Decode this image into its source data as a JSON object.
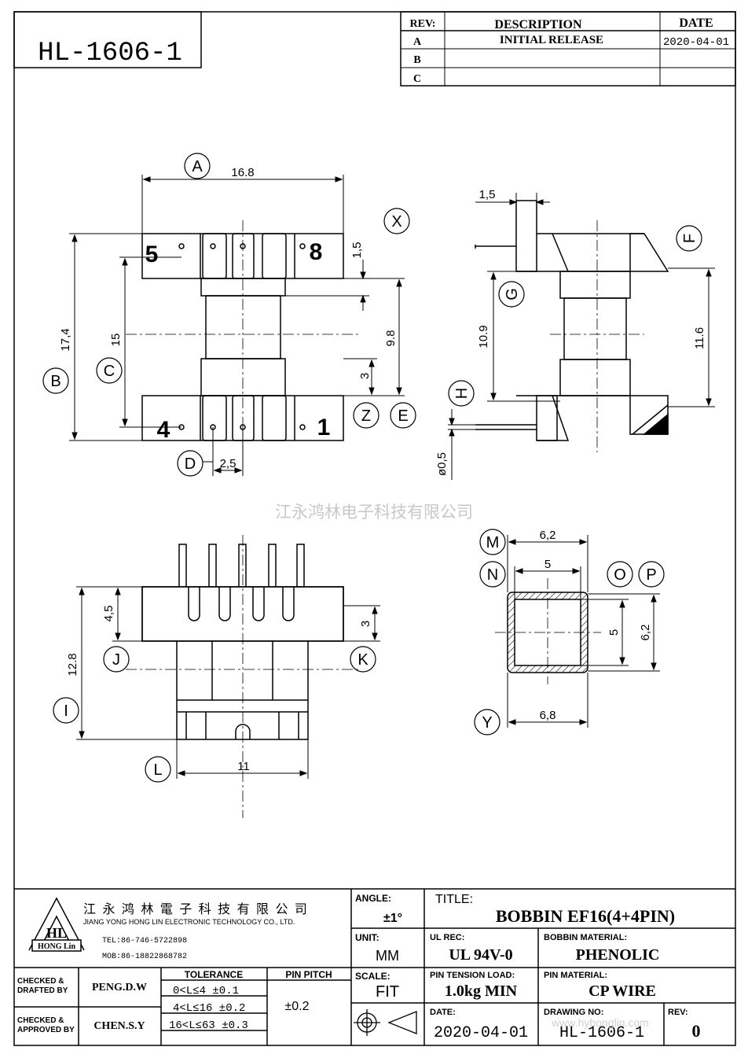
{
  "part_number": "HL-1606-1",
  "revision_table": {
    "headers": {
      "rev": "REV:",
      "description": "DESCRIPTION",
      "date": "DATE"
    },
    "rows": [
      {
        "rev": "A",
        "description": "INITIAL  RELEASE",
        "date": "2020-04-01"
      },
      {
        "rev": "B",
        "description": "",
        "date": ""
      },
      {
        "rev": "C",
        "description": "",
        "date": ""
      }
    ]
  },
  "dimensions": {
    "a": "16.8",
    "b": "17,4",
    "c": "15",
    "d": "2,5",
    "x": "1,5",
    "y": "9.8",
    "z": "3",
    "f_top": "1,5",
    "g": "10.9",
    "f": "11.6",
    "h": "ø0,5",
    "i": "12.8",
    "j": "4,5",
    "k": "3",
    "l": "11",
    "m": "6,2",
    "n": "5",
    "o": "5",
    "p": "6,2",
    "q": "6,8"
  },
  "labels": {
    "a": "A",
    "b": "B",
    "c": "C",
    "d": "D",
    "e": "E",
    "f": "F",
    "g": "G",
    "h": "H",
    "i": "I",
    "j": "J",
    "k": "K",
    "l": "L",
    "m": "M",
    "n": "N",
    "o": "O",
    "p": "P",
    "x": "X",
    "y": "Y",
    "z": "Z"
  },
  "pins": {
    "p5": "5",
    "p8": "8",
    "p4": "4",
    "p1": "1"
  },
  "watermark": "江永鸿林电子科技有限公司",
  "title_block": {
    "company_cn": "江 永 鸿 林 電 子 科 技 有 限 公 司",
    "company_en": "JIANG YONG HONG LIN ELECTRONIC TECHNOLOGY CO., LTD.",
    "logo_text": "HL",
    "logo_sub": "HONG Lin",
    "tel": "TEL:86-746-5722898",
    "mob": "MOB:86-18822868782",
    "checked_drafted_label": "CHECKED &\nDRAFTED BY",
    "checked_drafted_value": "PENG.D.W",
    "checked_approved_label": "CHECKED &\nAPPROVED BY",
    "checked_approved_value": "CHEN.S.Y",
    "tolerance_label": "TOLERANCE",
    "tolerance_rows": [
      "0<L≤4   ±0.1",
      "4<L≤16  ±0.2",
      "16<L≤63 ±0.3"
    ],
    "pin_pitch_label": "PIN  PITCH",
    "pin_pitch_value": "±0.2",
    "angle_label": "ANGLE:",
    "angle_value": "±1°",
    "unit_label": "UNIT:",
    "unit_value": "MM",
    "scale_label": "SCALE:",
    "scale_value": "FIT",
    "title_label": "TITLE:",
    "title_value": "BOBBIN   EF16(4+4PIN)",
    "ul_label": "UL REC:",
    "ul_value": "UL 94V-0",
    "bobbin_material_label": "BOBBIN MATERIAL:",
    "bobbin_material_value": "PHENOLIC",
    "pin_tension_label": "PIN TENSION LOAD:",
    "pin_tension_value": "1.0kg MIN",
    "pin_material_label": "PIN MATERIAL:",
    "pin_material_value": "CP    WIRE",
    "date_label": "DATE:",
    "date_value": "2020-04-01",
    "drawing_no_label": "DRAWING NO:",
    "drawing_no_value": "HL-1606-1",
    "rev_label": "REV:",
    "rev_value": "0",
    "url_watermark": "www.hyhonglin.com"
  }
}
